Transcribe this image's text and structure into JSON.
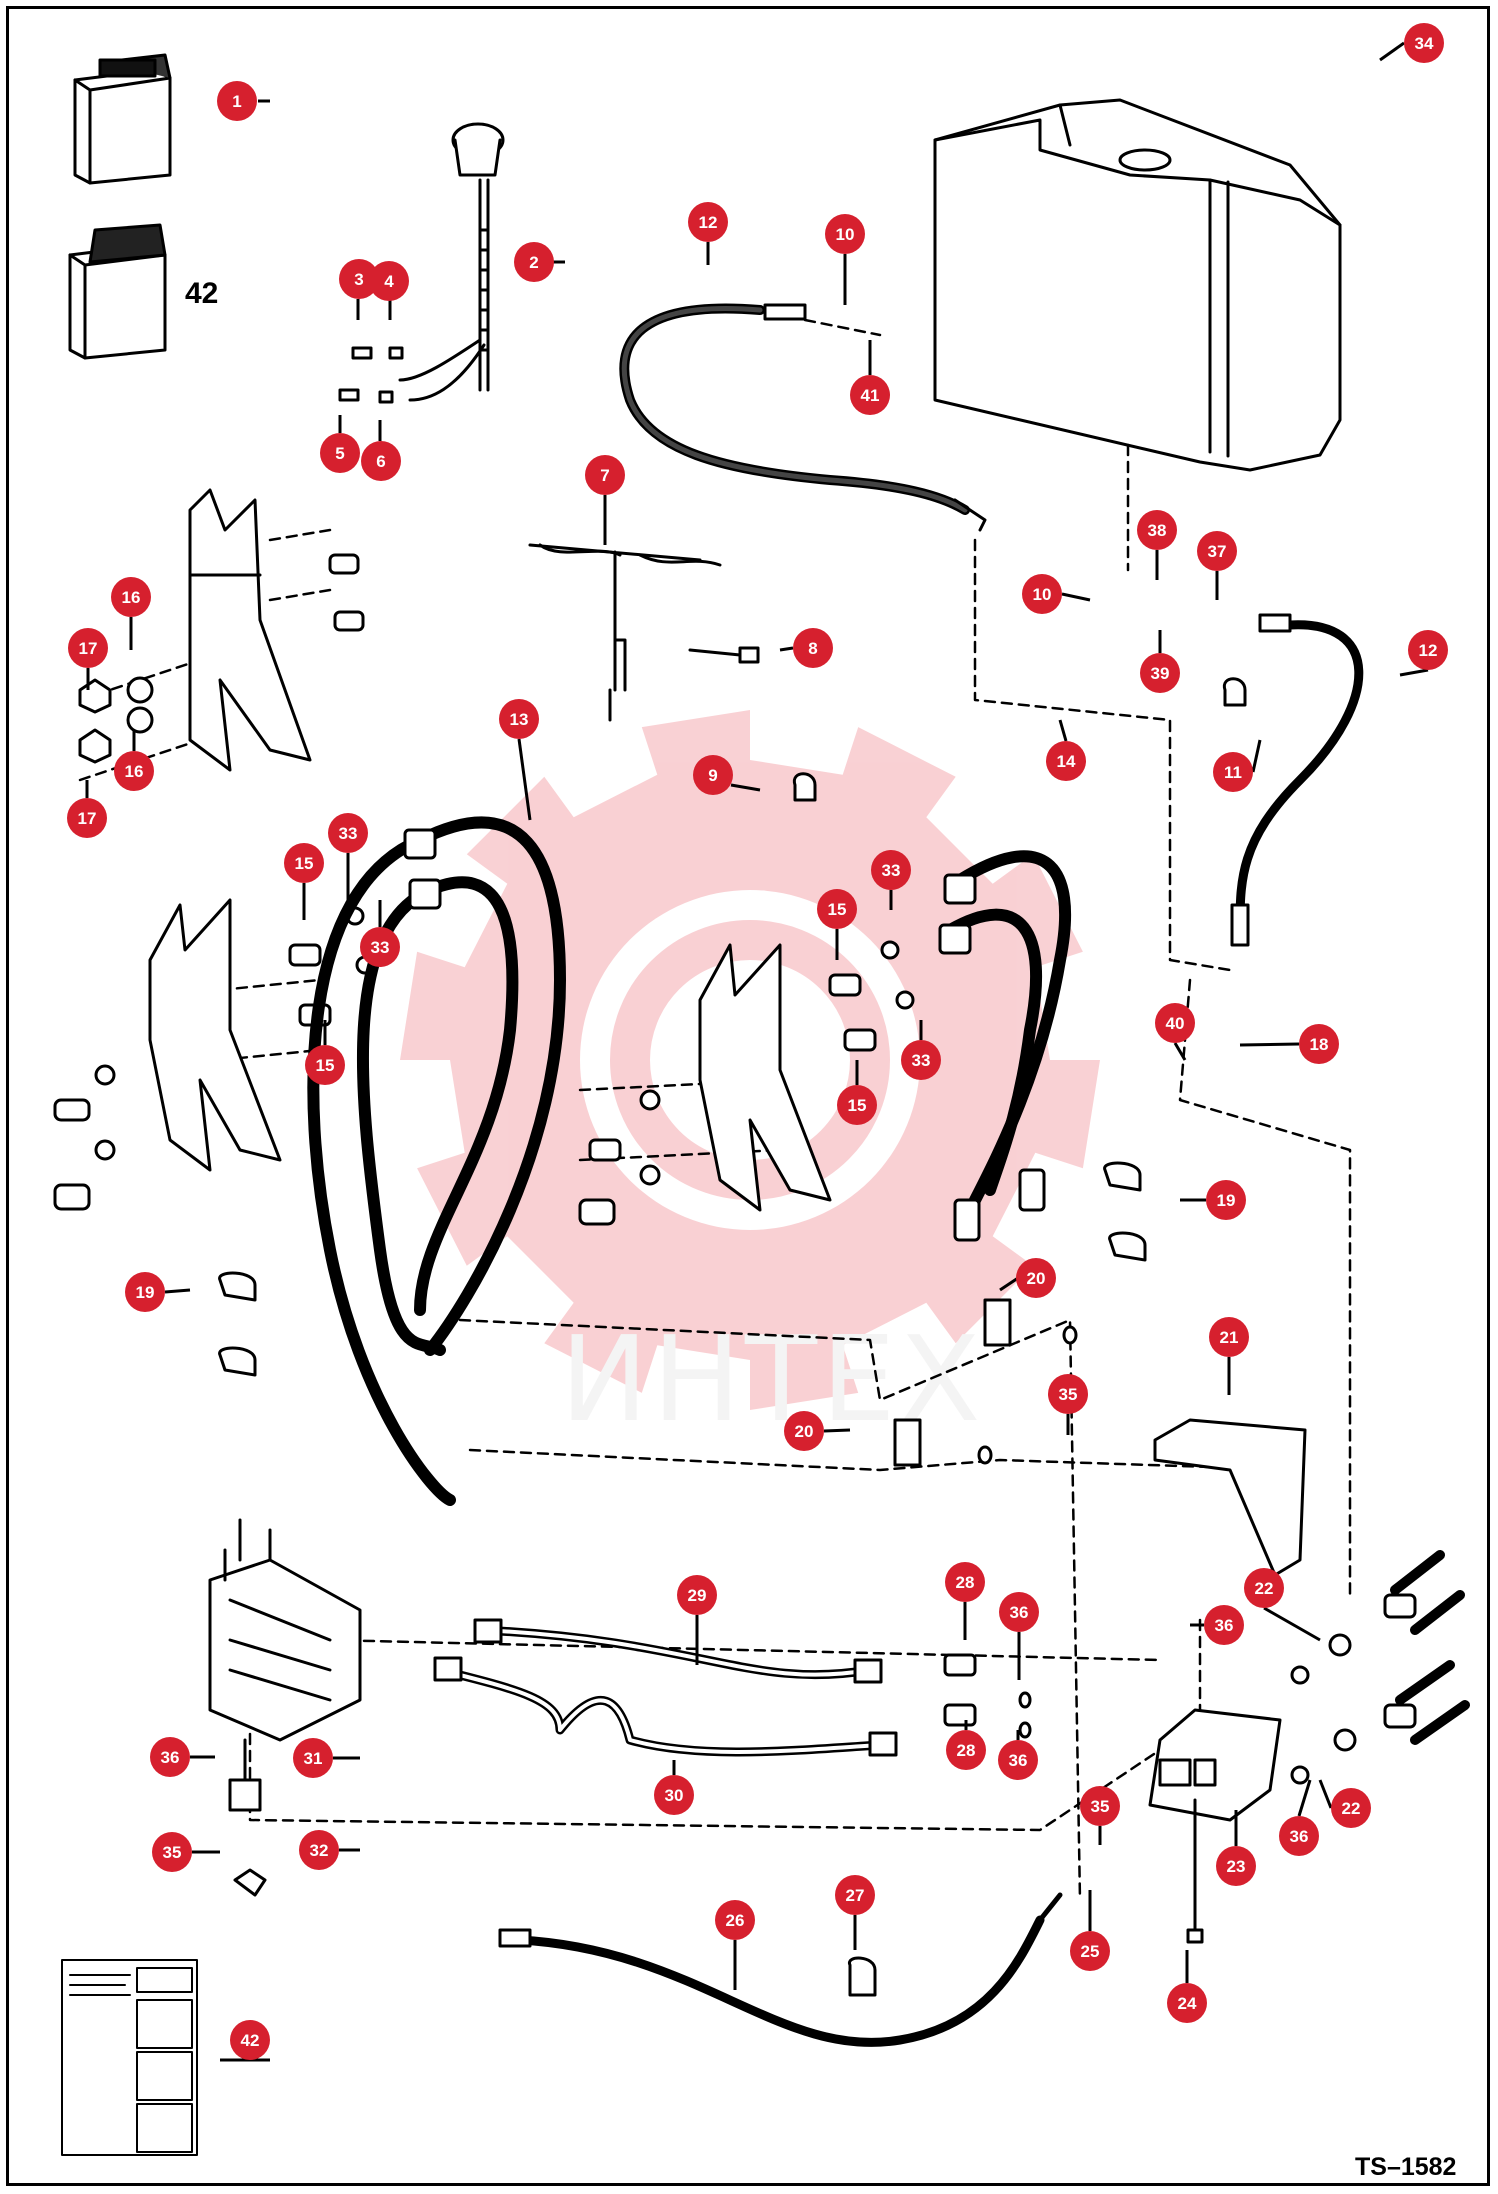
{
  "drawing": {
    "code": "TS–1582"
  },
  "watermark": {
    "text": "ИНТЕХ",
    "color": "#e52d3a"
  },
  "callout_style": {
    "marker_color": "#d6202e",
    "text_color": "#ffffff"
  },
  "callouts": [
    "1",
    "2",
    "3",
    "4",
    "5",
    "6",
    "7",
    "8",
    "9",
    "10",
    "10",
    "11",
    "12",
    "12",
    "13",
    "14",
    "15",
    "15",
    "15",
    "15",
    "16",
    "16",
    "17",
    "17",
    "18",
    "19",
    "19",
    "20",
    "20",
    "21",
    "22",
    "22",
    "23",
    "24",
    "25",
    "26",
    "27",
    "28",
    "28",
    "29",
    "30",
    "31",
    "32",
    "33",
    "33",
    "33",
    "33",
    "34",
    "35",
    "35",
    "35",
    "36",
    "36",
    "36",
    "36",
    "36",
    "37",
    "38",
    "39",
    "40",
    "41",
    "42",
    "42"
  ],
  "plain_labels": [
    "42"
  ]
}
